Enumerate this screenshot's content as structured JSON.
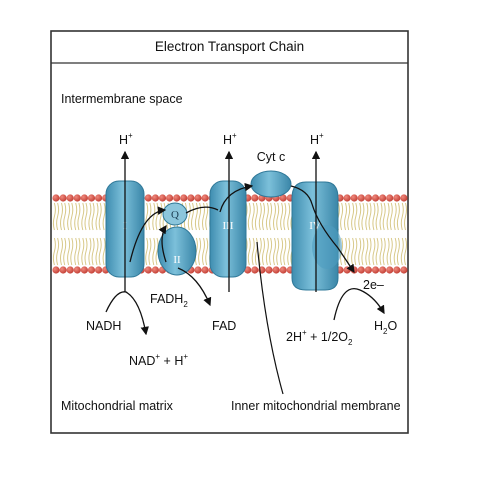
{
  "title": "Electron Transport Chain",
  "regions": {
    "intermembrane": "Intermembrane space",
    "matrix": "Mitochondrial matrix",
    "inner_membrane": "Inner mitochondrial membrane"
  },
  "complexes": {
    "I": "I",
    "II": "II",
    "III": "III",
    "IV": "IV",
    "Q": "Q",
    "cytc": "Cyt c"
  },
  "molecules": {
    "h_base": "H",
    "h_sup": "+",
    "nadh": "NADH",
    "nad_base": "NAD",
    "nad_sup": "+",
    "nad_plus": " + H",
    "nad_plus_sup": "+",
    "fadh_base": "FADH",
    "fadh_sub": "2",
    "fad": "FAD",
    "electrons": "2e–",
    "o2_h": "2H",
    "o2_h_sup": "+",
    "o2_rest": " + 1/2O",
    "o2_sub": "2",
    "water_h": "H",
    "water_sub": "2",
    "water_o": "O"
  },
  "colors": {
    "protein": "#5ba7c5",
    "protein_dark": "#2f7898",
    "protein_light": "#8cc6dc",
    "lipid_head": "#d9534a",
    "lipid_tail": "#d8c98a",
    "frame": "#333333"
  }
}
